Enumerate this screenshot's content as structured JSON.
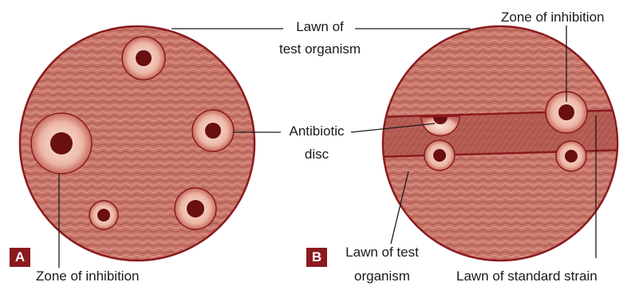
{
  "panels": [
    {
      "tag": "A"
    },
    {
      "tag": "B"
    }
  ],
  "labels": {
    "lawn_top_line1": "Lawn of",
    "lawn_top_line2": "test organism",
    "antibiotic_line1": "Antibiotic",
    "antibiotic_line2": "disc",
    "zone_a": "Zone of inhibition",
    "zone_b": "Zone of inhibition",
    "lawn_b_line1": "Lawn of test",
    "lawn_b_line2": "organism",
    "standard_strain": "Lawn of standard strain"
  },
  "colors": {
    "lawn": "#c8766a",
    "lawn_stripe": "#a44f46",
    "border": "#8b1a1f",
    "zone": "#f6d7c9",
    "disc": "#6a0f12",
    "tag_bg": "#8b1a1f"
  }
}
